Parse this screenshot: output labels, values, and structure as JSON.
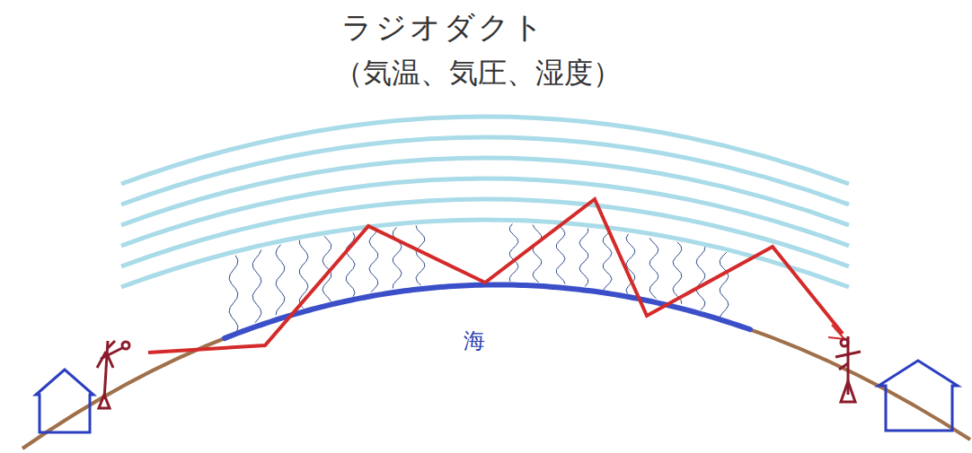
{
  "diagram": {
    "title": "ラジオダクト",
    "labels": [
      "（気温、気圧、湿度）",
      "海"
    ]
  }
}
